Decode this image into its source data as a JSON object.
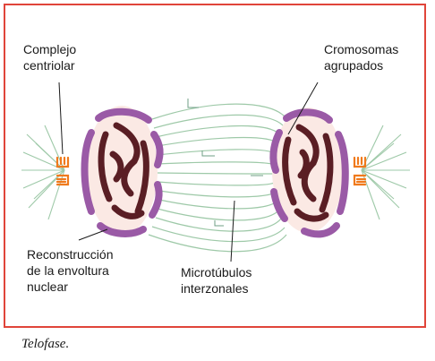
{
  "labels": {
    "centriolar_line1": "Complejo",
    "centriolar_line2": "centriolar",
    "chromosomes_line1": "Cromosomas",
    "chromosomes_line2": "agrupados",
    "envelope_line1": "Reconstrucción",
    "envelope_line2": "de la envoltura",
    "envelope_line3": "nuclear",
    "microtubules_line1": "Microtúbulos",
    "microtubules_line2": "interzonales"
  },
  "caption": "Telofase.",
  "colors": {
    "border": "#e0453a",
    "envelope": "#9a5aa6",
    "chromosome": "#5a1e24",
    "nucleoplasm": "#fbe9e4",
    "microtubule": "#9ec9a8",
    "centriole": "#f07a1c"
  }
}
